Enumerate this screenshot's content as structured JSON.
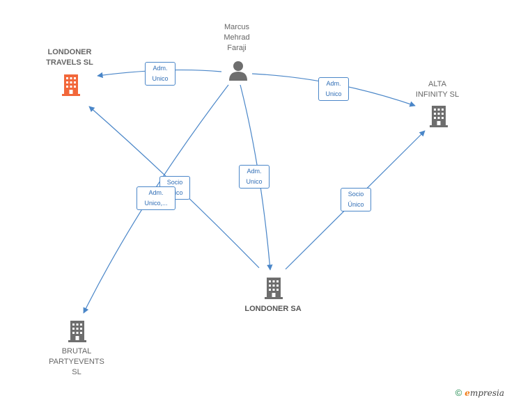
{
  "colors": {
    "edge": "#4a86c8",
    "building": "#6e6e6e",
    "building_highlight": "#f2673a",
    "person": "#6e6e6e"
  },
  "nodes": {
    "person": {
      "label": "Marcus\nMehrad\nFaraji",
      "icon": "person-icon"
    },
    "londoner_travels": {
      "label": "LONDONER\nTRAVELS  SL",
      "icon": "building-icon"
    },
    "alta_infinity": {
      "label": "ALTA\nINFINITY SL",
      "icon": "building-icon"
    },
    "londoner_sa": {
      "label": "LONDONER SA",
      "icon": "building-icon"
    },
    "brutal_partyevents": {
      "label": "BRUTAL\nPARTYEVENTS\nSL",
      "icon": "building-icon"
    }
  },
  "edges": {
    "e1": {
      "label": "Adm.\nUnico"
    },
    "e2": {
      "label": "Adm.\nUnico"
    },
    "e3": {
      "label": "Adm.\nUnico"
    },
    "e4": {
      "label": "Socio\nÚnico"
    },
    "e5": {
      "label": "Socio\nÚnico"
    },
    "e6": {
      "label": "Adm.\nUnico,..."
    }
  },
  "footer": {
    "copyright": "©",
    "brand_initial": "e",
    "brand_rest": "mpresia"
  }
}
